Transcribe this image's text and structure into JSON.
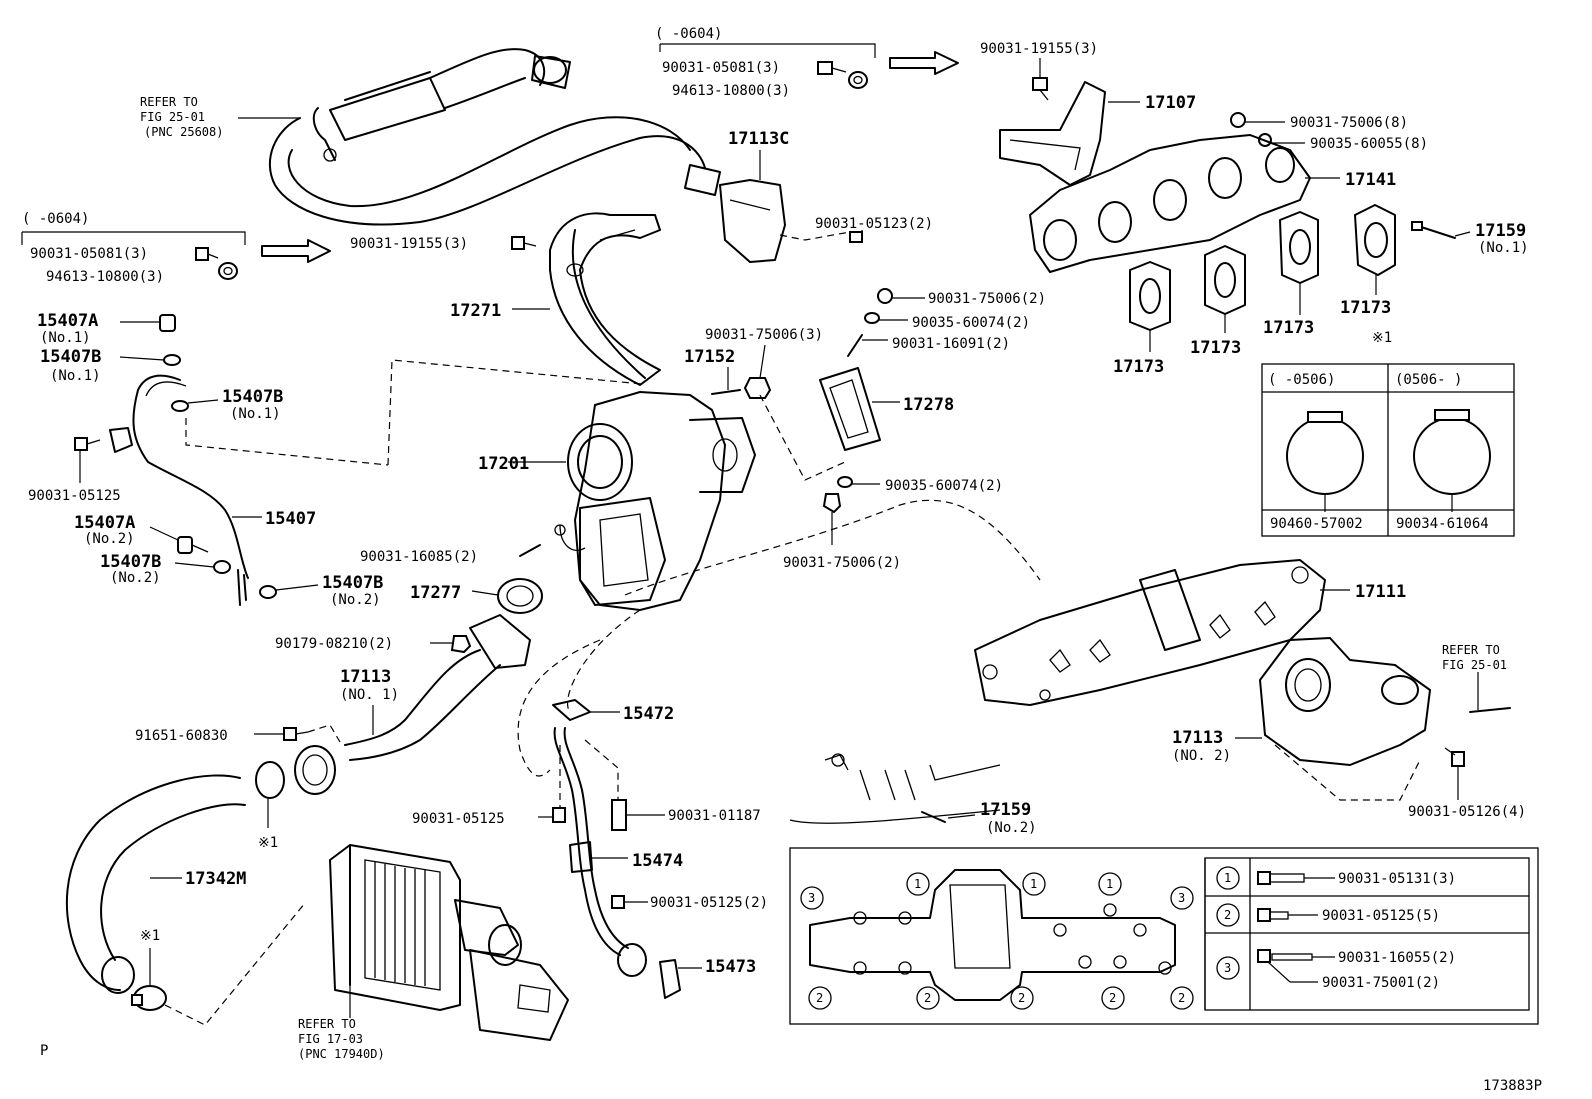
{
  "diagram_id": "173883P",
  "page_marker": "P",
  "refer_top": {
    "l1": "REFER TO",
    "l2": "FIG 25-01",
    "l3": "(PNC 25608)"
  },
  "refer_mid_right": {
    "l1": "REFER TO",
    "l2": "FIG 25-01"
  },
  "refer_bottom": {
    "l1": "REFER TO",
    "l2": "FIG 17-03",
    "l3": "(PNC 17940D)"
  },
  "date_range_left": "(      -0604)",
  "date_range_top": "(      -0604)",
  "inset_clamp": {
    "mark": "※1",
    "col1_range": "(      -0506)",
    "col2_range": "(0506-      )",
    "col1_part": "90460-57002",
    "col2_part": "90034-61064"
  },
  "legend_table": [
    {
      "num": "1",
      "parts": [
        "90031-05131(3)"
      ]
    },
    {
      "num": "2",
      "parts": [
        "90031-05125(5)"
      ]
    },
    {
      "num": "3",
      "parts": [
        "90031-16055(2)",
        "90031-75001(2)"
      ]
    }
  ],
  "gasket_circles": {
    "c1": "1",
    "c2": "2",
    "c3": "3"
  },
  "labels": {
    "p90031_05081_top": "90031-05081(3)",
    "p94613_10800_top": "94613-10800(3)",
    "p90031_19155_tr": "90031-19155(3)",
    "p17107": "17107",
    "p90031_75006_8": "90031-75006(8)",
    "p90035_60055_8": "90035-60055(8)",
    "p17141": "17141",
    "p17159_no1": "17159",
    "p17159_no1_sub": "(No.1)",
    "p17173_a": "17173",
    "p17173_b": "17173",
    "p17173_c": "17173",
    "p17173_d": "17173",
    "p17113c": "17113C",
    "p90031_05123": "90031-05123(2)",
    "p90031_05081_left": "90031-05081(3)",
    "p94613_10800_left": "94613-10800(3)",
    "p90031_19155_mid": "90031-19155(3)",
    "p17271": "17271",
    "p15407a_no1": "15407A",
    "p15407a_no1_sub": "(No.1)",
    "p15407b_no1a": "15407B",
    "p15407b_no1a_sub": "(No.1)",
    "p15407b_no1b": "15407B",
    "p15407b_no1b_sub": "(No.1)",
    "p90031_05125_left": "90031-05125",
    "p15407": "15407",
    "p15407a_no2": "15407A",
    "p15407a_no2_sub": "(No.2)",
    "p15407b_no2a": "15407B",
    "p15407b_no2a_sub": "(No.2)",
    "p15407b_no2b": "15407B",
    "p15407b_no2b_sub": "(No.2)",
    "p90031_75006_2a": "90031-75006(2)",
    "p90035_60074_2a": "90035-60074(2)",
    "p90031_16091": "90031-16091(2)",
    "p90031_75006_3": "90031-75006(3)",
    "p17152": "17152",
    "p17278": "17278",
    "p17201": "17201",
    "p90035_60074_2b": "90035-60074(2)",
    "p90031_75006_2b": "90031-75006(2)",
    "p90031_16085": "90031-16085(2)",
    "p17277": "17277",
    "p17111": "17111",
    "p90179_08210": "90179-08210(2)",
    "p17113_no1": "17113",
    "p17113_no1_sub": "(NO. 1)",
    "p15472": "15472",
    "p17113_no2": "17113",
    "p17113_no2_sub": "(NO. 2)",
    "p91651_60830": "91651-60830",
    "p90031_05126": "90031-05126(4)",
    "p90031_05125_mid": "90031-05125",
    "p90031_01187": "90031-01187",
    "p17159_no2": "17159",
    "p17159_no2_sub": "(No.2)",
    "p15474": "15474",
    "p17342m": "17342M",
    "p90031_05125_2": "90031-05125(2)",
    "p15473": "15473",
    "mark_x1_left": "※1",
    "mark_x1_bottom": "※1"
  }
}
